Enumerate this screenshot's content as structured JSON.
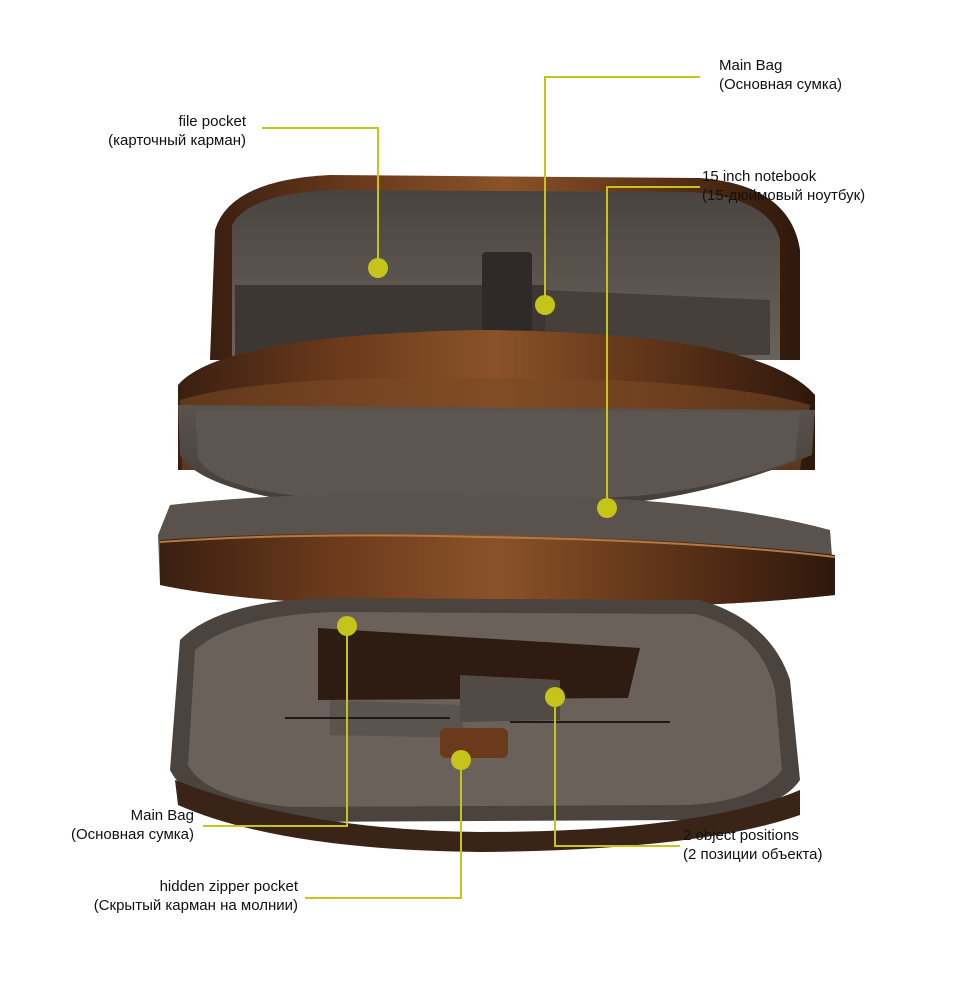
{
  "accent_color": "#c4c41a",
  "callouts": {
    "file_pocket": {
      "en": "file pocket",
      "ru": "(карточный карман)"
    },
    "main_bag_top": {
      "en": "Main Bag",
      "ru": "(Основная сумка)"
    },
    "notebook": {
      "en": "15 inch notebook",
      "ru": "(15-дюймовый ноутбук)"
    },
    "main_bag_bottom": {
      "en": "Main Bag",
      "ru": "(Основная сумка)"
    },
    "object_positions": {
      "en": "2 object positions",
      "ru": "(2 позиции объекта)"
    },
    "hidden_zipper": {
      "en": "hidden zipper pocket",
      "ru": "(Скрытый карман на молнии)"
    }
  }
}
